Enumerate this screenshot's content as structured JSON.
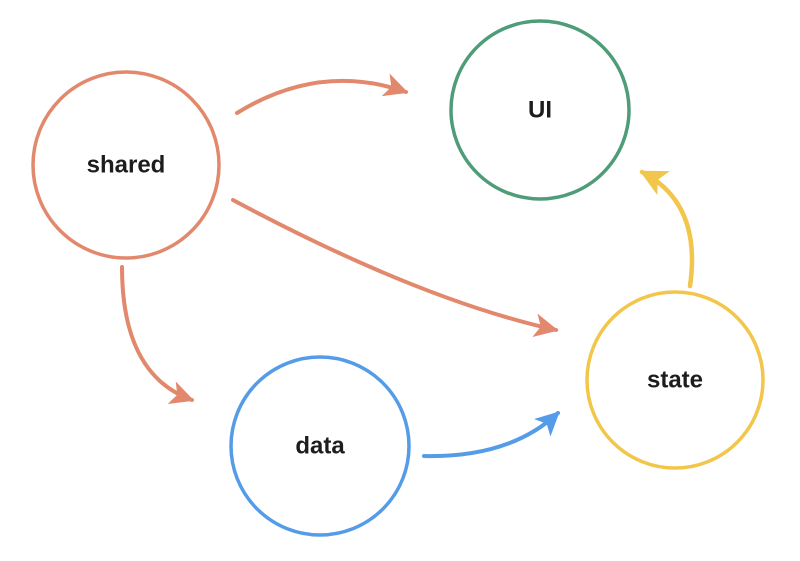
{
  "diagram": {
    "background_color": "#ffffff",
    "text_color": "#1d1d1d",
    "nodes": [
      {
        "id": "shared",
        "label": "shared",
        "color": "#E2886C"
      },
      {
        "id": "UI",
        "label": "UI",
        "color": "#4E9D78"
      },
      {
        "id": "data",
        "label": "data",
        "color": "#549BE8"
      },
      {
        "id": "state",
        "label": "state",
        "color": "#F2C64B"
      }
    ],
    "edges": [
      {
        "from": "shared",
        "to": "UI",
        "color": "#E2886C"
      },
      {
        "from": "shared",
        "to": "data",
        "color": "#E2886C"
      },
      {
        "from": "shared",
        "to": "state",
        "color": "#E2886C"
      },
      {
        "from": "data",
        "to": "state",
        "color": "#549BE8"
      },
      {
        "from": "state",
        "to": "UI",
        "color": "#F2C64B"
      }
    ]
  }
}
